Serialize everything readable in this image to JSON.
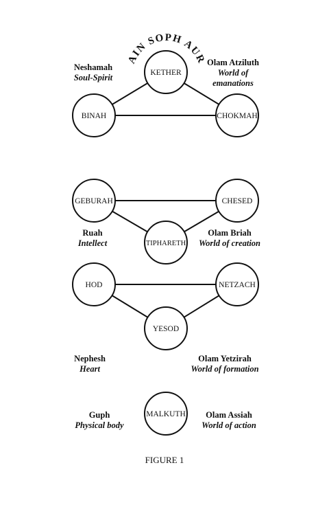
{
  "title_arc": "AIN SOPH AUR",
  "figure_caption": "FIGURE 1",
  "colors": {
    "ink": "#111111",
    "background": "#ffffff"
  },
  "nodes": [
    {
      "id": "kether",
      "label": "KETHER"
    },
    {
      "id": "binah",
      "label": "BINAH"
    },
    {
      "id": "chokmah",
      "label": "CHOKMAH"
    },
    {
      "id": "geburah",
      "label": "GEBURAH"
    },
    {
      "id": "chesed",
      "label": "CHESED"
    },
    {
      "id": "tiphareth",
      "label": "TIPHARETH"
    },
    {
      "id": "hod",
      "label": "HOD"
    },
    {
      "id": "netzach",
      "label": "NETZACH"
    },
    {
      "id": "yesod",
      "label": "YESOD"
    },
    {
      "id": "malkuth",
      "label": "MALKUTH"
    }
  ],
  "edges": [
    [
      "kether",
      "binah"
    ],
    [
      "kether",
      "chokmah"
    ],
    [
      "binah",
      "chokmah"
    ],
    [
      "geburah",
      "chesed"
    ],
    [
      "geburah",
      "tiphareth"
    ],
    [
      "chesed",
      "tiphareth"
    ],
    [
      "hod",
      "netzach"
    ],
    [
      "hod",
      "yesod"
    ],
    [
      "netzach",
      "yesod"
    ]
  ],
  "annotations": {
    "neshamah": {
      "name": "Neshamah",
      "desc": "Soul-Spirit"
    },
    "olam_atziluth": {
      "name": "Olam Atziluth",
      "desc1": "World of",
      "desc2": "emanations"
    },
    "ruah": {
      "name": "Ruah",
      "desc": "Intellect"
    },
    "olam_briah": {
      "name": "Olam Briah",
      "desc": "World of creation"
    },
    "nephesh": {
      "name": "Nephesh",
      "desc": "Heart"
    },
    "olam_yetzirah": {
      "name": "Olam Yetzirah",
      "desc": "World of formation"
    },
    "guph": {
      "name": "Guph",
      "desc": "Physical body"
    },
    "olam_assiah": {
      "name": "Olam Assiah",
      "desc": "World of action"
    }
  }
}
